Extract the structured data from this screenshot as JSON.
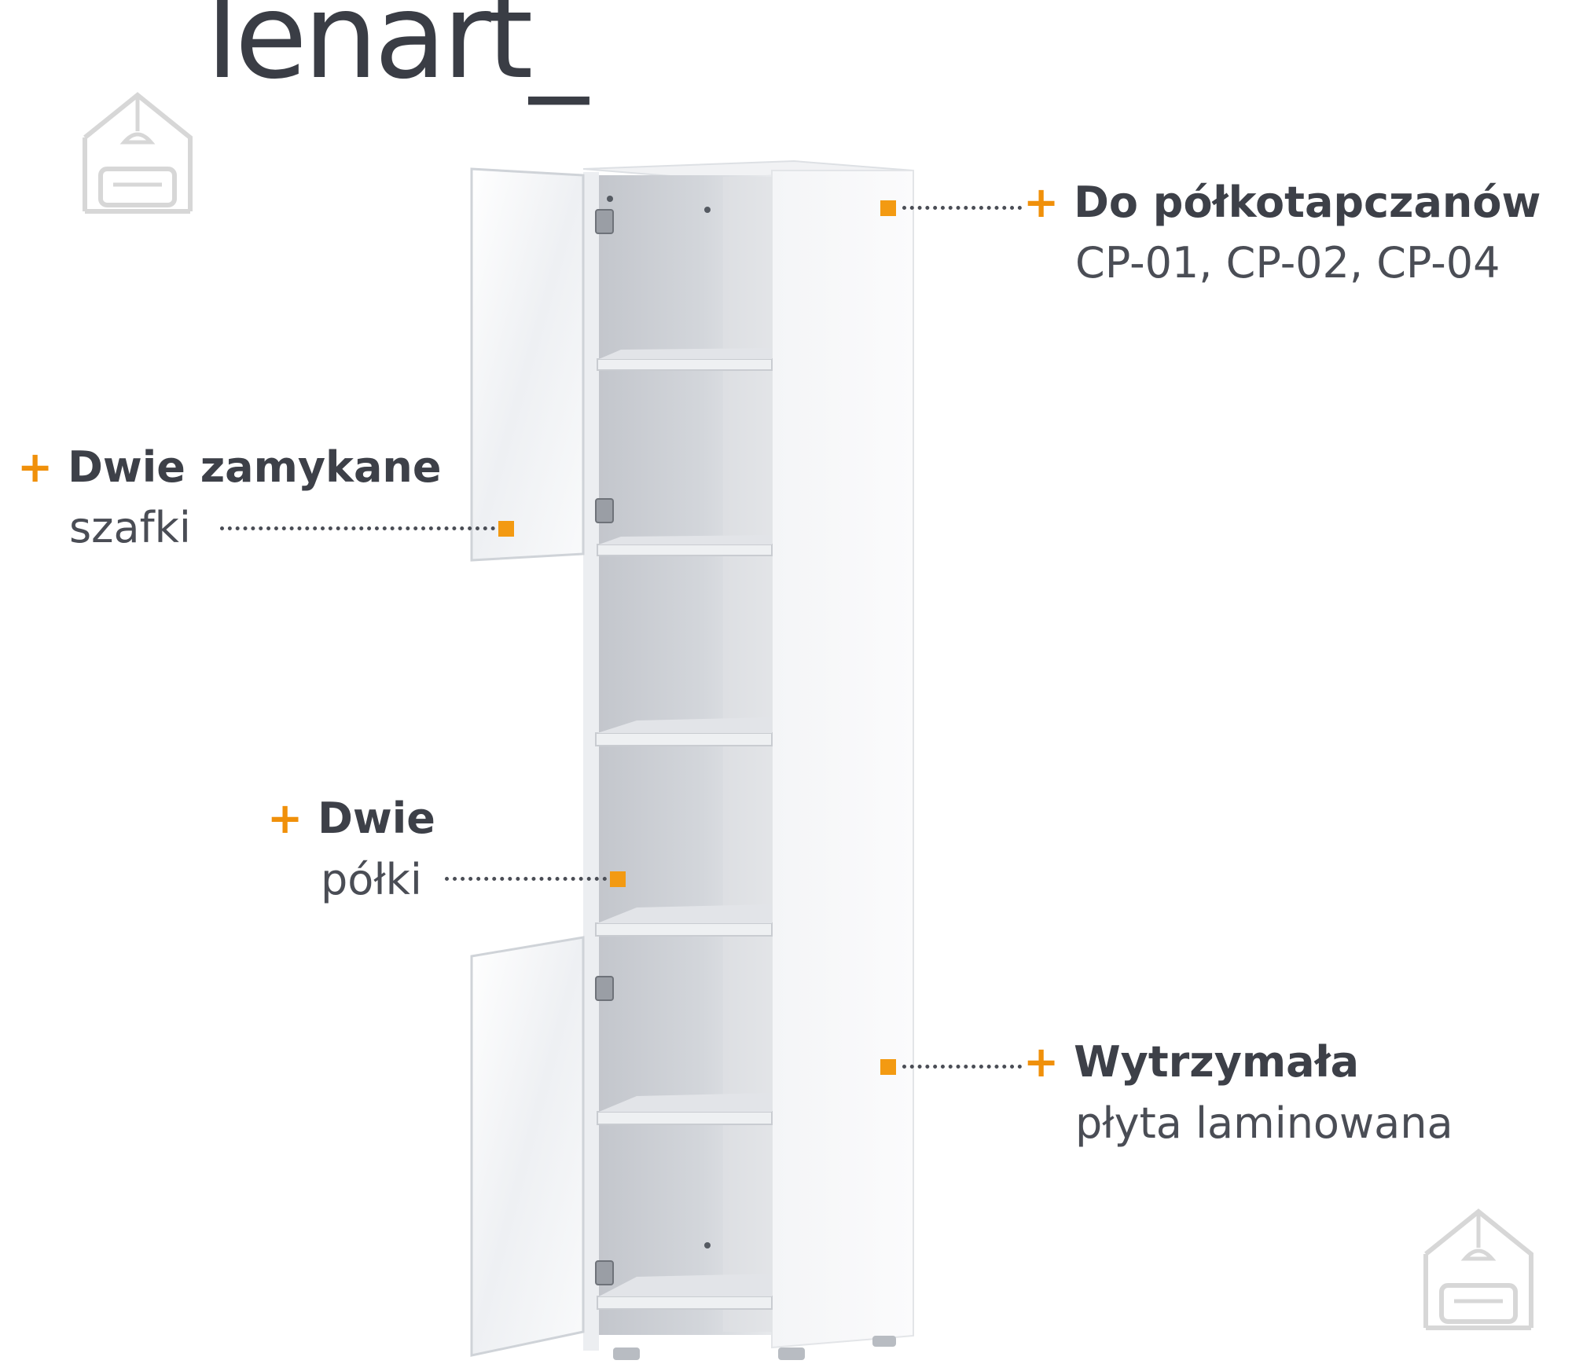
{
  "brand": {
    "logo_text": "lenart_"
  },
  "watermark_icon": "house-sofa-lamp-icon",
  "accent_color": "#f39a12",
  "callouts": {
    "compat": {
      "title": "Do półkotapczanów",
      "subtitle": "CP-01, CP-02, CP-04"
    },
    "cabinets": {
      "title": "Dwie zamykane",
      "subtitle": "szafki"
    },
    "shelves": {
      "title": "Dwie",
      "subtitle": "półki"
    },
    "board": {
      "title": "Wytrzymała",
      "subtitle": "płyta laminowana"
    }
  },
  "plus_glyph": "+"
}
